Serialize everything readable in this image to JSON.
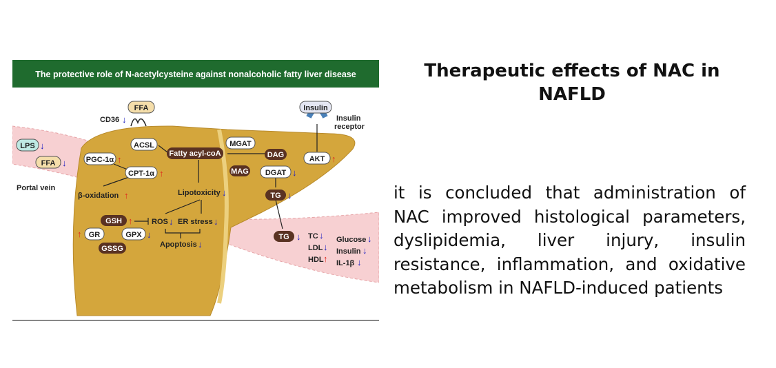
{
  "figure": {
    "header": "The protective role of N-acetylcysteine against nonalcoholic fatty liver disease",
    "labels": {
      "ffa_top": "FFA",
      "cd36": "CD36",
      "lps": "LPS",
      "ffa_vein": "FFA",
      "portal_vein": "Portal vein",
      "acsl": "ACSL",
      "fatty_acyl_coa": "Fatty acyl-coA",
      "pgc1a": "PGC-1α",
      "cpt1a": "CPT-1α",
      "beta_oxidation": "β-oxidation",
      "lipotoxicity": "Lipotoxicity",
      "gsh": "GSH",
      "ros": "ROS",
      "er_stress": "ER stress",
      "gr": "GR",
      "gpx": "GPX",
      "gssg": "GSSG",
      "apoptosis": "Apoptosis",
      "mgat": "MGAT",
      "dag": "DAG",
      "mag": "MAG",
      "dgat": "DGAT",
      "tg_liver": "TG",
      "insulin_top": "Insulin",
      "insulin_receptor_1": "Insulin",
      "insulin_receptor_2": "receptor",
      "akt": "AKT",
      "tg_blood": "TG",
      "tc": "TC",
      "ldl": "LDL",
      "hdl": "HDL",
      "glucose": "Glucose",
      "insulin_blood": "Insulin",
      "il1b": "IL-1β"
    },
    "arrows": {
      "up": "↑",
      "down": "↓"
    },
    "colors": {
      "header": "#1f6b2e",
      "liver": "#d4a63c",
      "vein": "#f7d0d2",
      "dark_pill": "#5a3222",
      "increase": "#e0261b",
      "decrease": "#2020c0"
    }
  },
  "title": "Therapeutic effects of NAC in NAFLD",
  "conclusion": "it is concluded that administration of NAC improved histological parameters, dyslipidemia, liver injury, insulin resistance, inflammation, and oxidative metabolism in NAFLD-induced patients"
}
